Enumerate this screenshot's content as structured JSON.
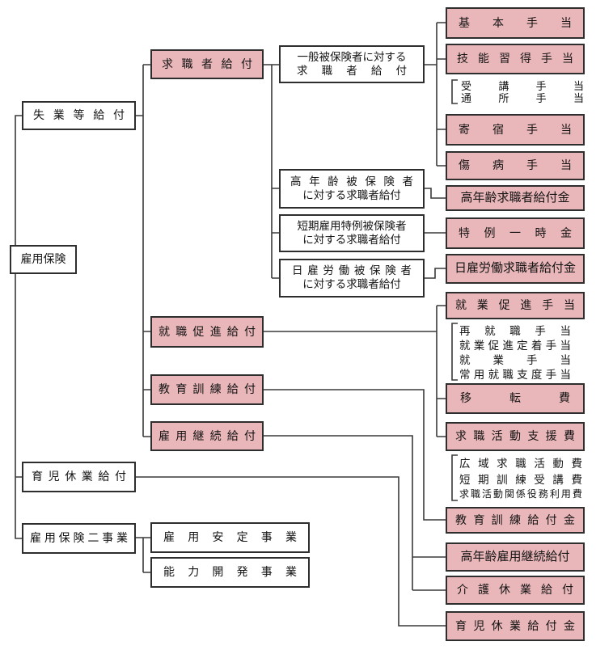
{
  "colors": {
    "box_fill_pink": "#e9b6b9",
    "box_fill_white": "#ffffff",
    "box_border": "#2e2e2e",
    "connector_line": "#3a3a3a",
    "text": "#141414"
  },
  "nodes": {
    "koyo_hoken": {
      "label": "雇用保険"
    },
    "shitsugyo_kyufu": {
      "label": "失業等給付"
    },
    "ikuji_kyugyo_kyufu": {
      "label": "育児休業給付"
    },
    "koyo_hoken_nijigyo": {
      "label": "雇用保険二事業"
    },
    "kyushokusha_kyufu": {
      "label": "求職者給付"
    },
    "shushoku_sokushin_kyufu": {
      "label": "就職促進給付"
    },
    "kyoiku_kunren_kyufu": {
      "label": "教育訓練給付"
    },
    "koyo_keizoku_kyufu": {
      "label": "雇用継続給付"
    },
    "koyo_antei_jigyo": {
      "label": "雇用安定事業"
    },
    "noryoku_kaihatsu_jigyo": {
      "label": "能力開発事業"
    },
    "ippan_hihokensha": {
      "lines": [
        "一般被保険者に対する",
        "求職者給付"
      ]
    },
    "konenrei_hihokensha": {
      "lines": [
        "高年齢被保険者",
        "に対する求職者給付"
      ]
    },
    "tanki_tokurei_hihokensha": {
      "lines": [
        "短期雇用特例被保険者",
        "に対する求職者給付"
      ]
    },
    "hiyatoi_hihokensha": {
      "lines": [
        "日雇労働被保険者",
        "に対する求職者給付"
      ]
    },
    "kihon_teate": {
      "label": "基本手当"
    },
    "gino_shutoku_teate": {
      "label": "技能習得手当"
    },
    "kishuku_teate": {
      "label": "寄宿手当"
    },
    "shobyo_teate": {
      "label": "傷病手当"
    },
    "konenrei_kyushokusha_kyufukin": {
      "label": "高年齢求職者給付金"
    },
    "tokurei_ichijikin": {
      "label": "特例一時金"
    },
    "hiyatoi_kyushokusha_kyufukin": {
      "label": "日雇労働求職者給付金"
    },
    "shugyo_sokushin_teate": {
      "label": "就業促進手当"
    },
    "iten_hi": {
      "label": "移転費"
    },
    "kyushoku_katsudo_shien_hi": {
      "label": "求職活動支援費"
    },
    "kyoiku_kunren_kyufukin": {
      "label": "教育訓練給付金"
    },
    "konenrei_koyo_keizoku_kyufu": {
      "label": "高年齢雇用継続給付"
    },
    "kaigo_kyugyo_kyufu": {
      "label": "介護休業給付"
    },
    "ikuji_kyugyo_kyufukin": {
      "label": "育児休業給付金"
    }
  },
  "bracket_lists": {
    "gino_shutoku_items": [
      "受講手当",
      "通所手当"
    ],
    "shugyo_sokushin_items": [
      "再就職手当",
      "就業促進定着手当",
      "就業手当",
      "常用就職支度手当"
    ],
    "kyushoku_katsudo_items": [
      "広域求職活動費",
      "短期訓練受講費",
      "求職活動関係役務利用費"
    ]
  }
}
